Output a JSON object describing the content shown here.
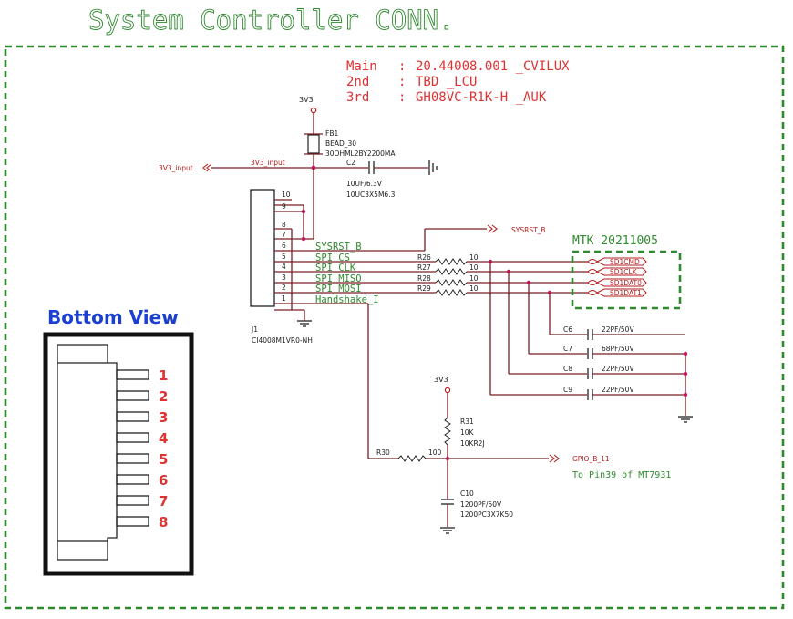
{
  "title": "System Controller CONN.",
  "bom": {
    "main_label": "Main",
    "main_value": "20.44008.001 _CVILUX",
    "second_label": "2nd",
    "second_value": "TBD _LCU",
    "third_label": "3rd",
    "third_value": "GH08VC-R1K-H _AUK",
    "colon": ":"
  },
  "mtk_label": "MTK 20211005",
  "nets": {
    "vcc_top": "3V3",
    "vcc_mid": "3V3",
    "input_port": "3V3_input",
    "input_net": "3V3_input",
    "sysrst_port": "SYSRST_B",
    "gpio_port": "GPIO_B_11",
    "gpio_note": "To Pin39 of MT7931"
  },
  "fb1": {
    "ref": "FB1",
    "type": "BEAD_30",
    "part": "30OHML2BY2200MA"
  },
  "c2": {
    "ref": "C2",
    "value": "10UF/6.3V",
    "part": "10UC3X5M6.3"
  },
  "j1": {
    "ref": "J1",
    "part": "CI4008M1VR0-NH",
    "pins": [
      "10",
      "9",
      "8",
      "7",
      "6",
      "5",
      "4",
      "3",
      "2",
      "1"
    ],
    "signals": [
      "SYSRST_B",
      "SPI_CS",
      "SPI_CLK",
      "SPI_MISO",
      "SPI_MOSI",
      "Handshake_I"
    ]
  },
  "resistors": [
    {
      "ref": "R26",
      "value": "10"
    },
    {
      "ref": "R27",
      "value": "10"
    },
    {
      "ref": "R28",
      "value": "10"
    },
    {
      "ref": "R29",
      "value": "10"
    }
  ],
  "sd_pads": [
    "SD1CMD",
    "SD1CLK",
    "SD1DAT0",
    "SD1DAT1"
  ],
  "caps": [
    {
      "ref": "C6",
      "value": "22PF/50V"
    },
    {
      "ref": "C7",
      "value": "68PF/50V"
    },
    {
      "ref": "C8",
      "value": "22PF/50V"
    },
    {
      "ref": "C9",
      "value": "22PF/50V"
    }
  ],
  "r31": {
    "ref": "R31",
    "value": "10K",
    "part": "10KR2J"
  },
  "r30": {
    "ref": "R30",
    "value": "100"
  },
  "c10": {
    "ref": "C10",
    "value": "1200PF/50V",
    "part": "1200PC3X7K50"
  },
  "bottom_view": {
    "title": "Bottom View",
    "pins": [
      "1",
      "2",
      "3",
      "4",
      "5",
      "6",
      "7",
      "8"
    ]
  },
  "colors": {
    "green": "#2f8a2f",
    "red": "#d33",
    "blue": "#1a3fd1",
    "wire": "#7a1e24"
  }
}
